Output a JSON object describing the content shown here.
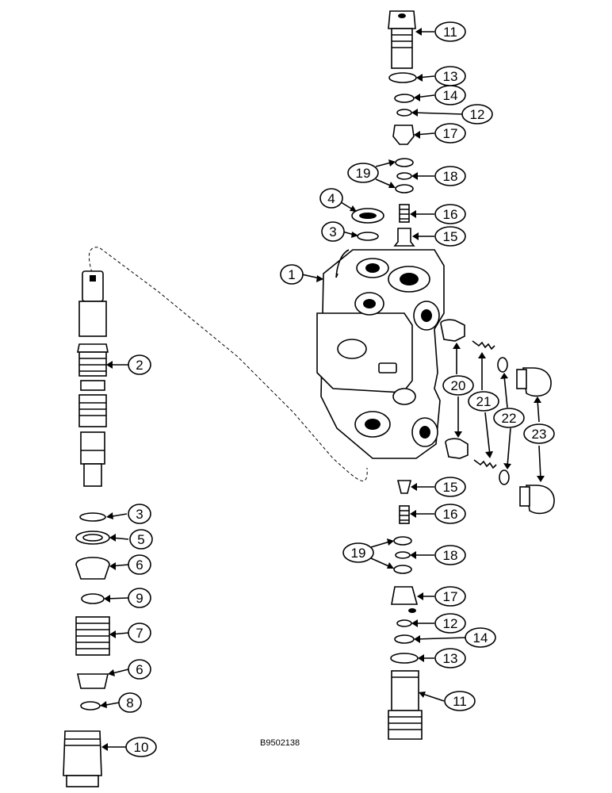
{
  "figure_id": "B9502138",
  "callouts": [
    "1",
    "2",
    "3",
    "4",
    "5",
    "6",
    "7",
    "8",
    "9",
    "10",
    "11",
    "12",
    "13",
    "14",
    "15",
    "16",
    "17",
    "18",
    "19",
    "20",
    "21",
    "22",
    "23"
  ],
  "palette": {
    "ink": "#000000",
    "paper": "#ffffff"
  }
}
